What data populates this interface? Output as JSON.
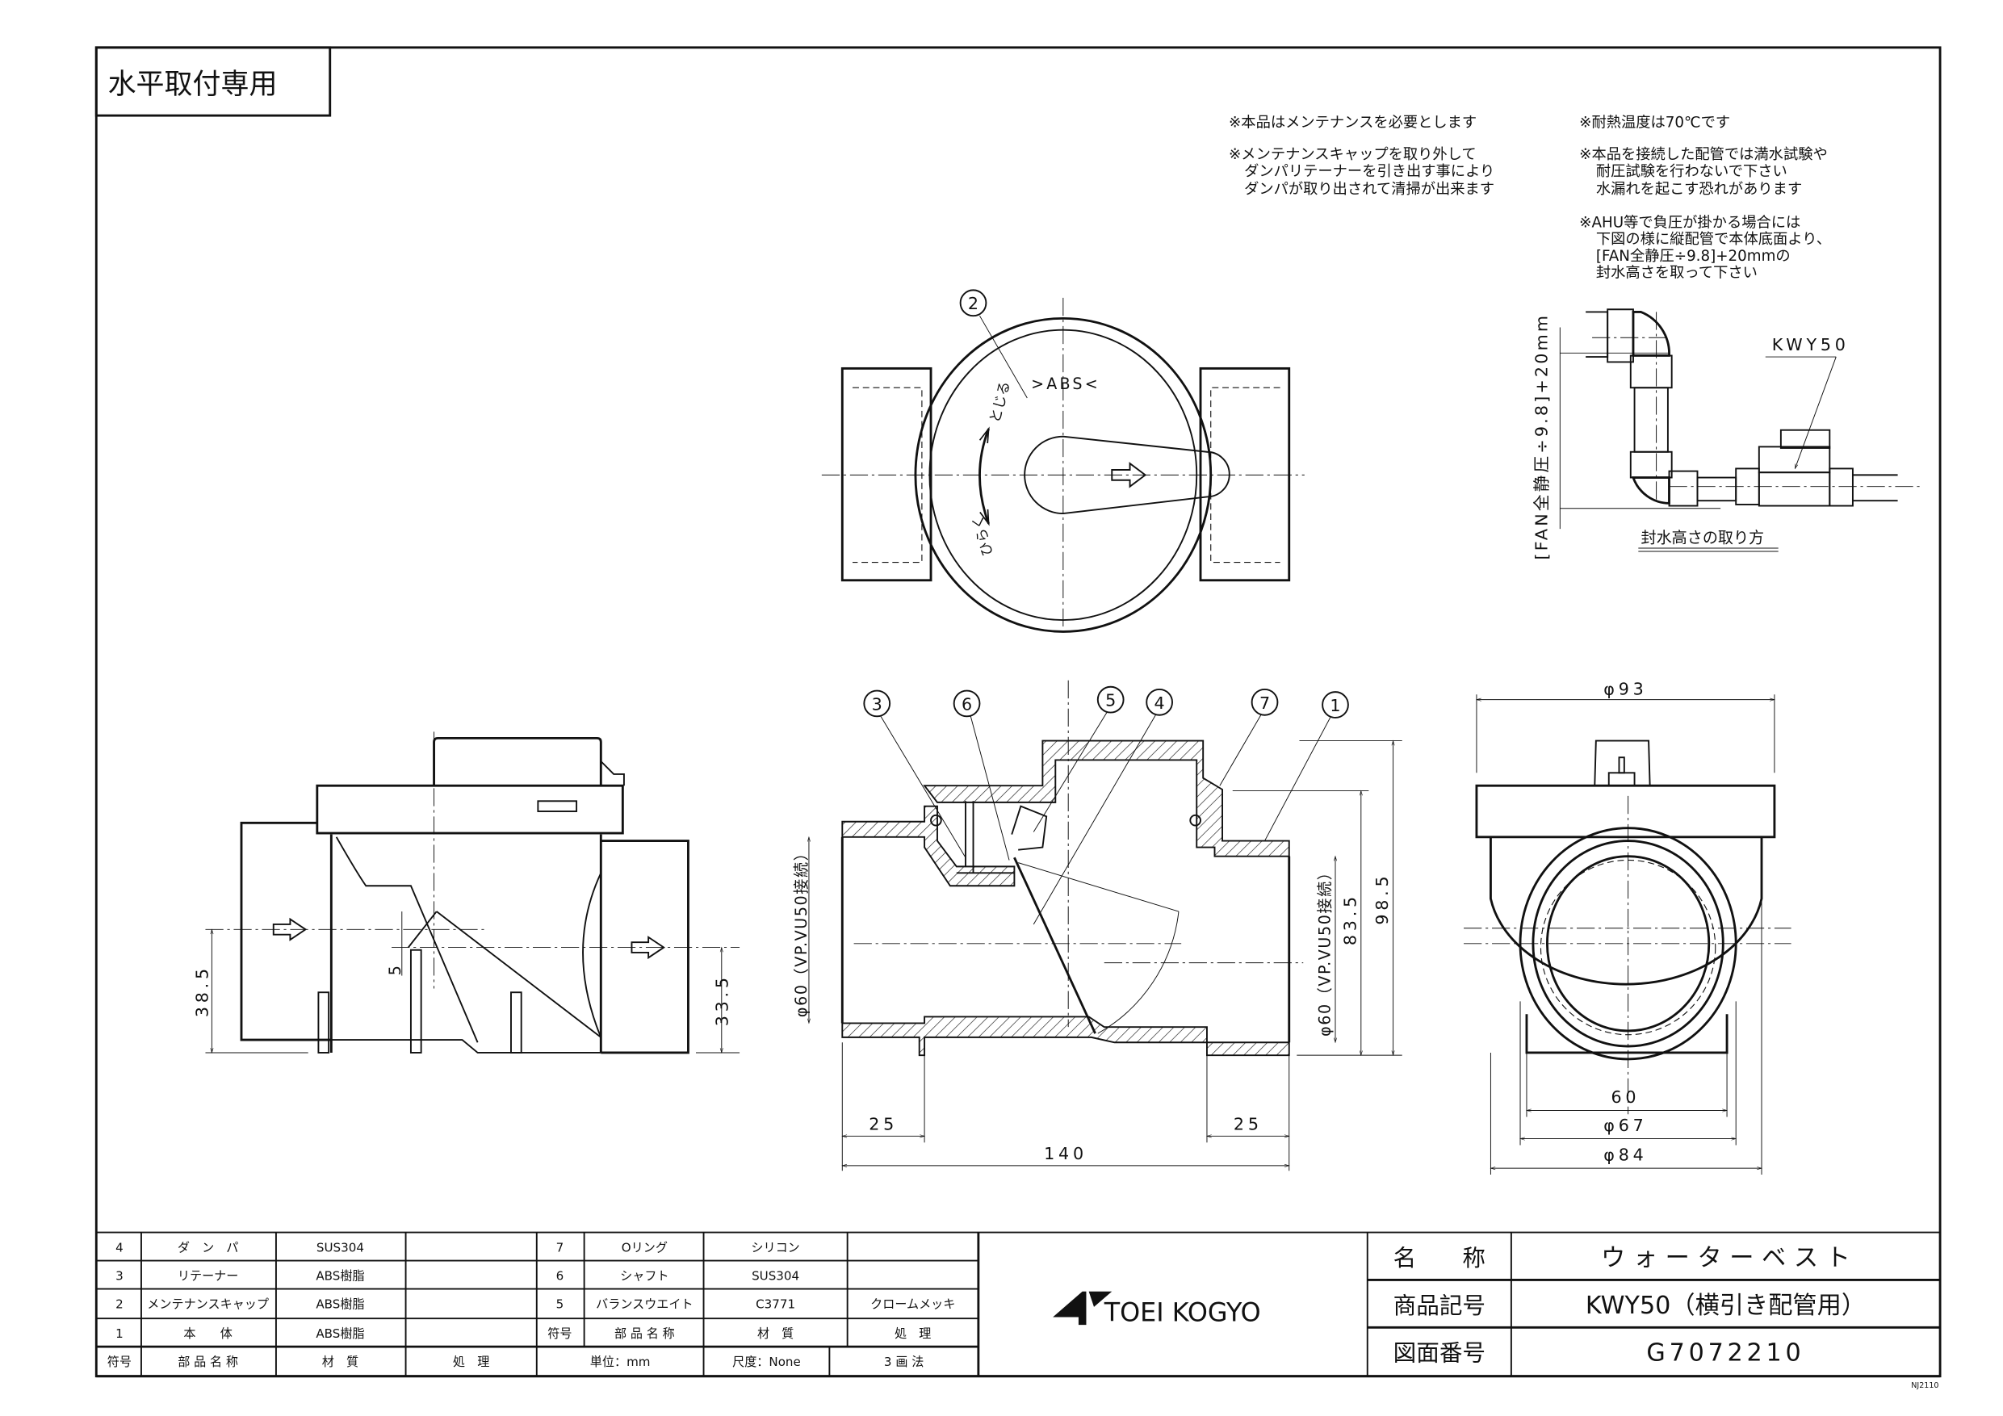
{
  "header": {
    "mounting_label": "水平取付専用"
  },
  "notes": {
    "left": [
      [
        "※本品はメンテナンスを必要とします"
      ],
      [
        "※メンテナンスキャップを取り外して",
        "ダンパリテーナーを引き出す事により",
        "ダンパが取り出されて清掃が出来ます"
      ]
    ],
    "right": [
      [
        "※耐熱温度は70℃です"
      ],
      [
        "※本品を接続した配管では満水試験や",
        "耐圧試験を行わないで下さい",
        "水漏れを起こす恐れがあります"
      ],
      [
        "※AHU等で負圧が掛かる場合には",
        "下図の様に縦配管で本体底面より、",
        "[FAN全静圧÷9.8]+20mmの",
        "封水高さを取って下さい"
      ]
    ]
  },
  "pipe_diagram": {
    "product_label": "KWY50",
    "height_dimension": "[FAN全静圧÷9.8]+20mm",
    "caption": "封水高さの取り方"
  },
  "top_view": {
    "balloon": "2",
    "material_mark": ">ABS<",
    "close_label": "とじる",
    "open_label": "ひらく"
  },
  "side_view": {
    "dims": {
      "inlet_height": "38.5",
      "outlet_height": "33.5",
      "offset": "5"
    }
  },
  "section_view": {
    "balloons": [
      "3",
      "6",
      "5",
      "4",
      "7",
      "1"
    ],
    "dims": {
      "left_socket": "25",
      "right_socket": "25",
      "length": "140",
      "total_height": "98.5",
      "body_height": "83.5",
      "left_conn": "φ60（VP.VU50接続）",
      "right_conn": "φ60（VP.VU50接続）"
    }
  },
  "end_view": {
    "dims": {
      "cap_dia": "φ93",
      "inner": "60",
      "socket_dia": "φ67",
      "body_dia": "φ84"
    }
  },
  "parts_table": {
    "left_rows": [
      {
        "no": "4",
        "name": "ダ　ン　パ",
        "material": "SUS304",
        "treatment": ""
      },
      {
        "no": "3",
        "name": "リテーナー",
        "material": "ABS樹脂",
        "treatment": ""
      },
      {
        "no": "2",
        "name": "メンテナンスキャップ",
        "material": "ABS樹脂",
        "treatment": ""
      },
      {
        "no": "1",
        "name": "本　　体",
        "material": "ABS樹脂",
        "treatment": ""
      }
    ],
    "right_rows": [
      {
        "no": "7",
        "name": "Oリング",
        "material": "シリコン",
        "treatment": ""
      },
      {
        "no": "6",
        "name": "シャフト",
        "material": "SUS304",
        "treatment": ""
      },
      {
        "no": "5",
        "name": "バランスウエイト",
        "material": "C3771",
        "treatment": "クロームメッキ"
      }
    ],
    "headers": {
      "no": "符号",
      "name": "部 品 名 称",
      "material": "材　質",
      "treatment": "処　理"
    },
    "footer": {
      "unit": "単位：mm",
      "scale": "尺度：None",
      "projection": "3 画 法"
    }
  },
  "title_block": {
    "company": "TOEI KOGYO",
    "name_label": "名　　称",
    "name_value": "ウ ォ ー タ ー ベ ス ト",
    "product_code_label": "商品記号",
    "product_code_value": "KWY50（横引き配管用）",
    "drawing_no_label": "図面番号",
    "drawing_no_value": "G7072210",
    "sheet_code": "NJ2110"
  }
}
